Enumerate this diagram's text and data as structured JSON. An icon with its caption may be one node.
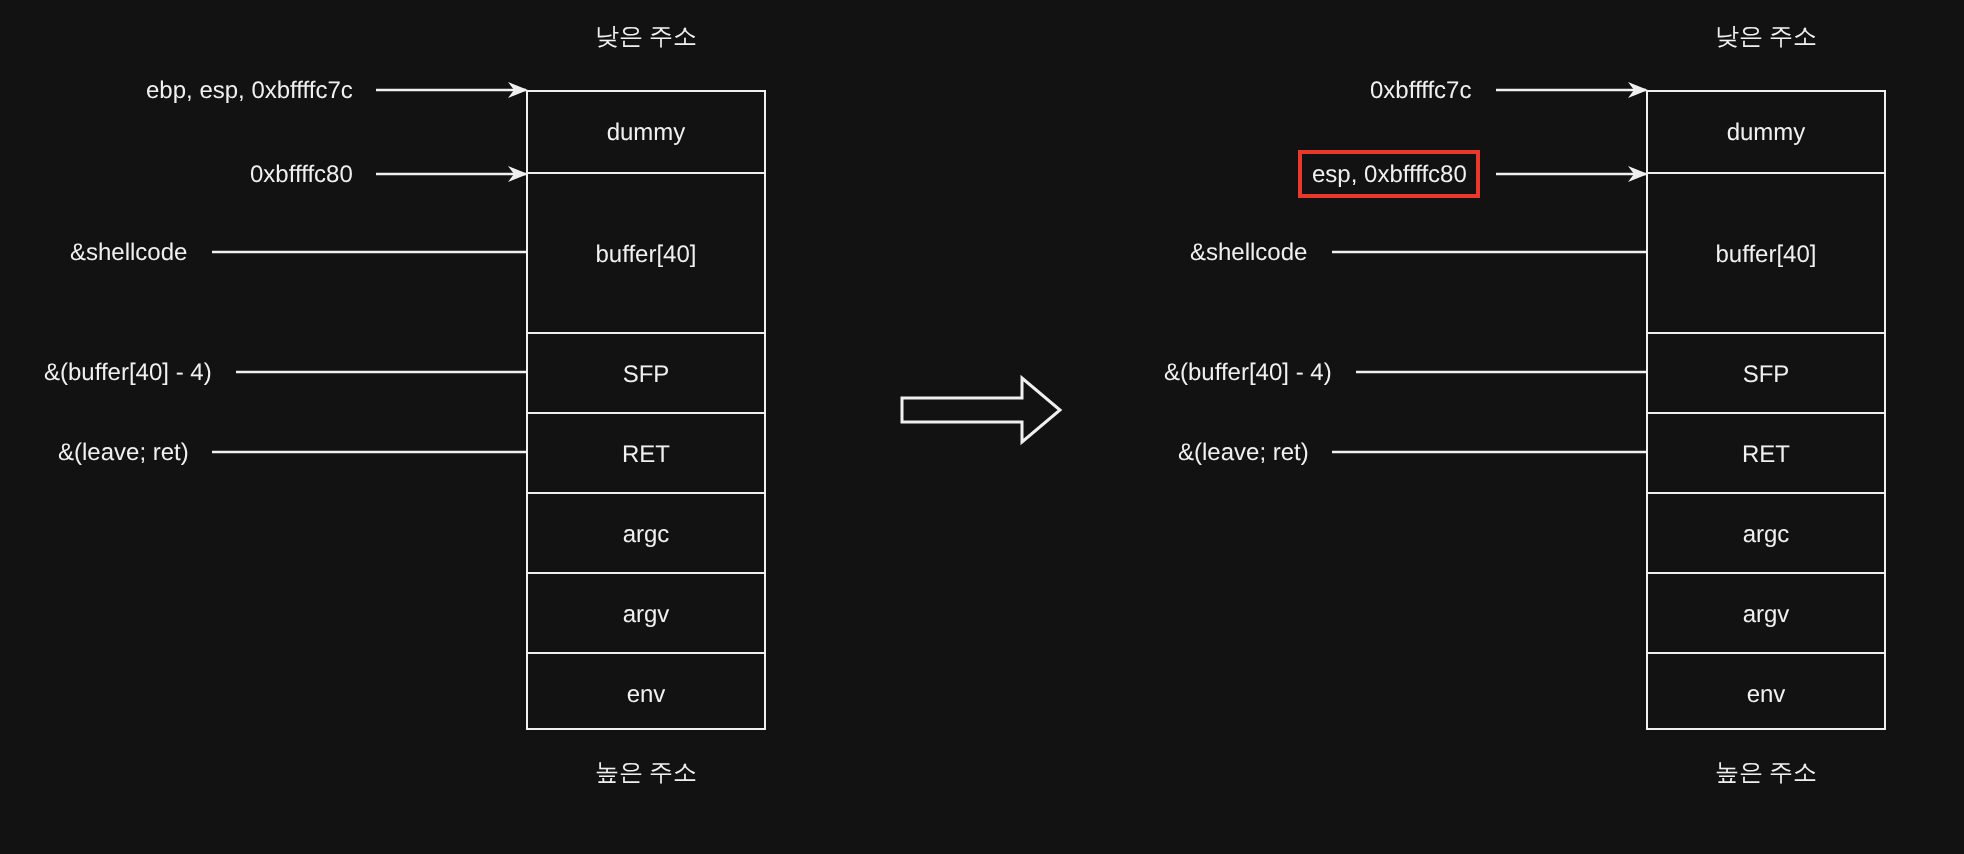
{
  "diagram": {
    "nodes": [
      {
        "text": [],
        "shape": "box"
      },
      {
        "text": [
          "dummy"
        ],
        "in": 0
      },
      {
        "text": [
          "buffer[40]"
        ],
        "in": 0
      },
      {
        "text": [
          "SFP"
        ],
        "in": 0
      },
      {
        "text": [
          "RET"
        ],
        "in": 0
      },
      {
        "text": [
          "argc"
        ],
        "in": 0
      },
      {
        "text": [
          "argv"
        ],
        "in": 0
      },
      {
        "text": [
          "env"
        ],
        "in": 0
      },
      {
        "text": [
          "ebp, esp, 0xbffffc7c"
        ]
      },
      {
        "text": [
          "0xbffffc80"
        ]
      },
      {
        "text": [
          "&shellcode"
        ]
      },
      {
        "text": [
          "&(buffer[40] - 4)"
        ]
      },
      {
        "text": [
          "&(leave; ret)"
        ]
      },
      {
        "text": [],
        "shape": "box"
      },
      {
        "text": [
          "dummy"
        ],
        "in": 13
      },
      {
        "text": [
          "buffer[40]"
        ],
        "in": 13
      },
      {
        "text": [
          "SFP"
        ],
        "in": 13
      },
      {
        "text": [
          "RET"
        ],
        "in": 13
      },
      {
        "text": [
          "argc"
        ],
        "in": 13
      },
      {
        "text": [
          "argv"
        ],
        "in": 13
      },
      {
        "text": [
          "env"
        ],
        "in": 13
      },
      {
        "text": [
          "0xbffffc7c"
        ]
      },
      {
        "text": [
          "esp, 0xbffffc80"
        ]
      },
      {
        "text": [
          "&shellcode"
        ]
      },
      {
        "text": [
          "&(buffer[40] - 4)"
        ]
      },
      {
        "text": [
          "&(leave; ret)"
        ]
      }
    ],
    "edges": [
      {
        "from": 8,
        "to": 1,
        "arrow": "to"
      },
      {
        "from": 9,
        "to": 2,
        "arrow": "to"
      },
      {
        "from": 10,
        "to": 2,
        "arrow": "none"
      },
      {
        "from": 11,
        "to": 3,
        "arrow": "none"
      },
      {
        "from": 12,
        "to": 4,
        "arrow": "none"
      },
      {
        "from": 21,
        "to": 14,
        "arrow": "to"
      },
      {
        "from": 22,
        "to": 15,
        "arrow": "to"
      },
      {
        "from": 23,
        "to": 15,
        "arrow": "none"
      },
      {
        "from": 24,
        "to": 16,
        "arrow": "none"
      },
      {
        "from": 25,
        "to": 17,
        "arrow": "none"
      }
    ],
    "labels": [
      "낮은 주소",
      "낮은 주소",
      "높은 주소",
      "높은 주소"
    ]
  }
}
